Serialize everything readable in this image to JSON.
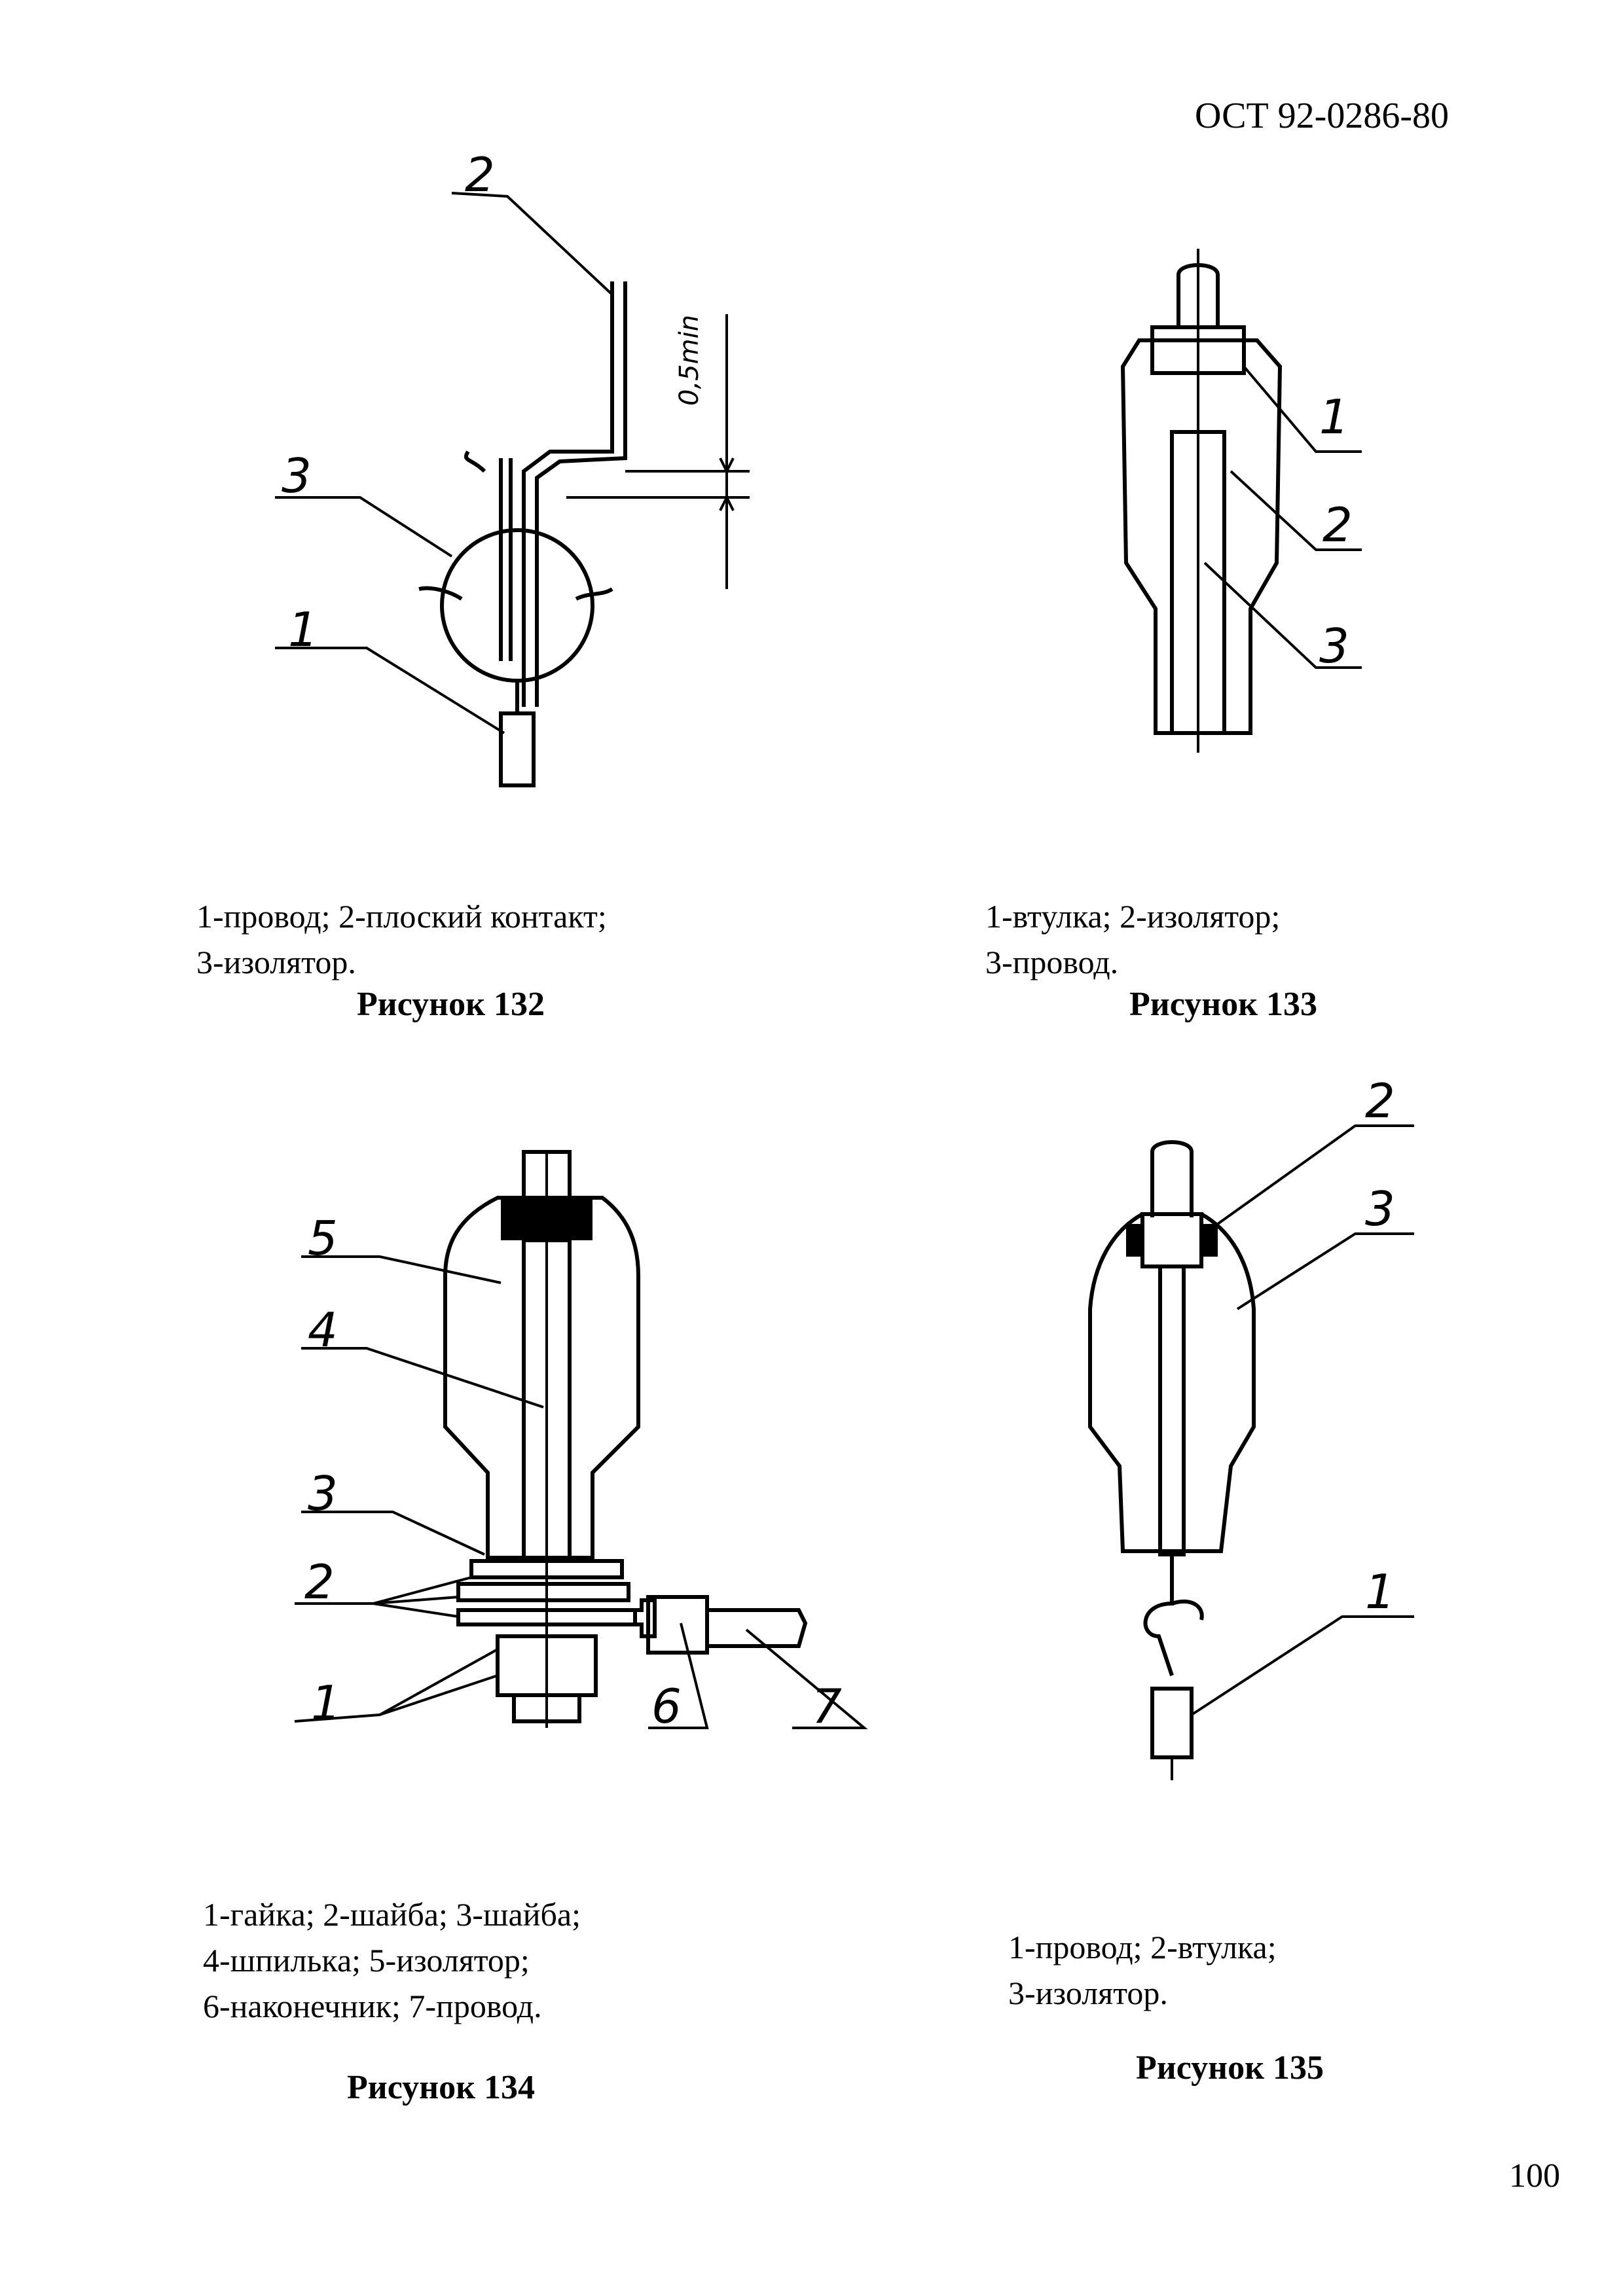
{
  "header": {
    "doc_code": "ОСТ 92-0286-80"
  },
  "figures": [
    {
      "caption_line1": "1-провод; 2-плоский контакт;",
      "caption_line2": "3-изолятор.",
      "title": "Рисунок 132",
      "callouts": [
        "1",
        "2",
        "3"
      ],
      "dimension_label": "0,5min"
    },
    {
      "caption_line1": "1-втулка; 2-изолятор;",
      "caption_line2": "3-провод.",
      "title": "Рисунок 133",
      "callouts": [
        "1",
        "2",
        "3"
      ]
    },
    {
      "caption_line1": "1-гайка; 2-шайба; 3-шайба;",
      "caption_line2": "4-шпилька; 5-изолятор;",
      "caption_line3": "6-наконечник; 7-провод.",
      "title": "Рисунок 134",
      "callouts": [
        "1",
        "2",
        "3",
        "4",
        "5",
        "6",
        "7"
      ]
    },
    {
      "caption_line1": "1-провод; 2-втулка;",
      "caption_line2": "3-изолятор.",
      "title": "Рисунок 135",
      "callouts": [
        "1",
        "2",
        "3"
      ]
    }
  ],
  "footer": {
    "page_number": "100"
  }
}
